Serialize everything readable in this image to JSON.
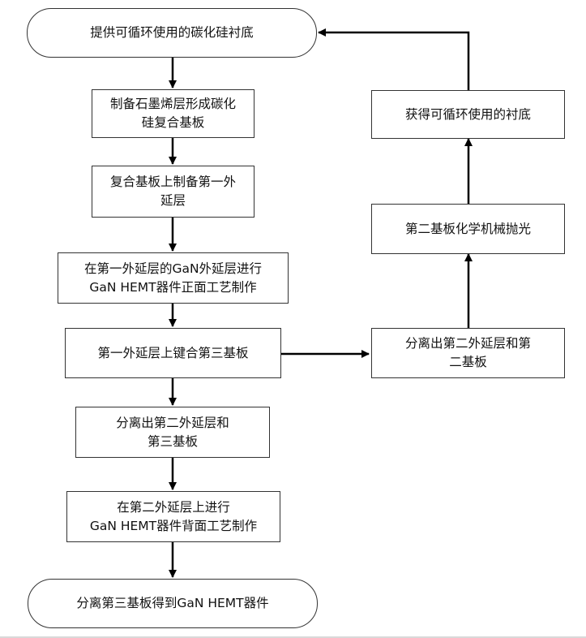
{
  "flowchart": {
    "nodes": {
      "start": {
        "label": "提供可循环使用的碳化硅衬底"
      },
      "step1": {
        "line1": "制备石墨烯层形成碳化",
        "line2": "硅复合基板"
      },
      "step2": {
        "line1": "复合基板上制备第一外",
        "line2": "延层"
      },
      "step3": {
        "line1": "在第一外延层的GaN外延层进行",
        "line2": "GaN HEMT器件正面工艺制作"
      },
      "step4": {
        "label": "第一外延层上键合第三基板"
      },
      "step5": {
        "line1": "分离出第二外延层和",
        "line2": "第三基板"
      },
      "step6": {
        "line1": "在第二外延层上进行",
        "line2": "GaN HEMT器件背面工艺制作"
      },
      "end": {
        "label": "分离第三基板得到GaN HEMT器件"
      },
      "right1": {
        "line1": "分离出第二外延层和第",
        "line2": "二基板"
      },
      "right2": {
        "label": "第二基板化学机械抛光"
      },
      "right3": {
        "label": "获得可循环使用的衬底"
      }
    },
    "edges": [
      {
        "from": "start",
        "to": "step1"
      },
      {
        "from": "step1",
        "to": "step2"
      },
      {
        "from": "step2",
        "to": "step3"
      },
      {
        "from": "step3",
        "to": "step4"
      },
      {
        "from": "step4",
        "to": "step5"
      },
      {
        "from": "step5",
        "to": "step6"
      },
      {
        "from": "step6",
        "to": "end"
      },
      {
        "from": "step4",
        "to": "right1"
      },
      {
        "from": "right1",
        "to": "right2"
      },
      {
        "from": "right2",
        "to": "right3"
      },
      {
        "from": "right3",
        "to": "start"
      }
    ],
    "colors": {
      "line": "#000000",
      "border": "#333333"
    }
  }
}
